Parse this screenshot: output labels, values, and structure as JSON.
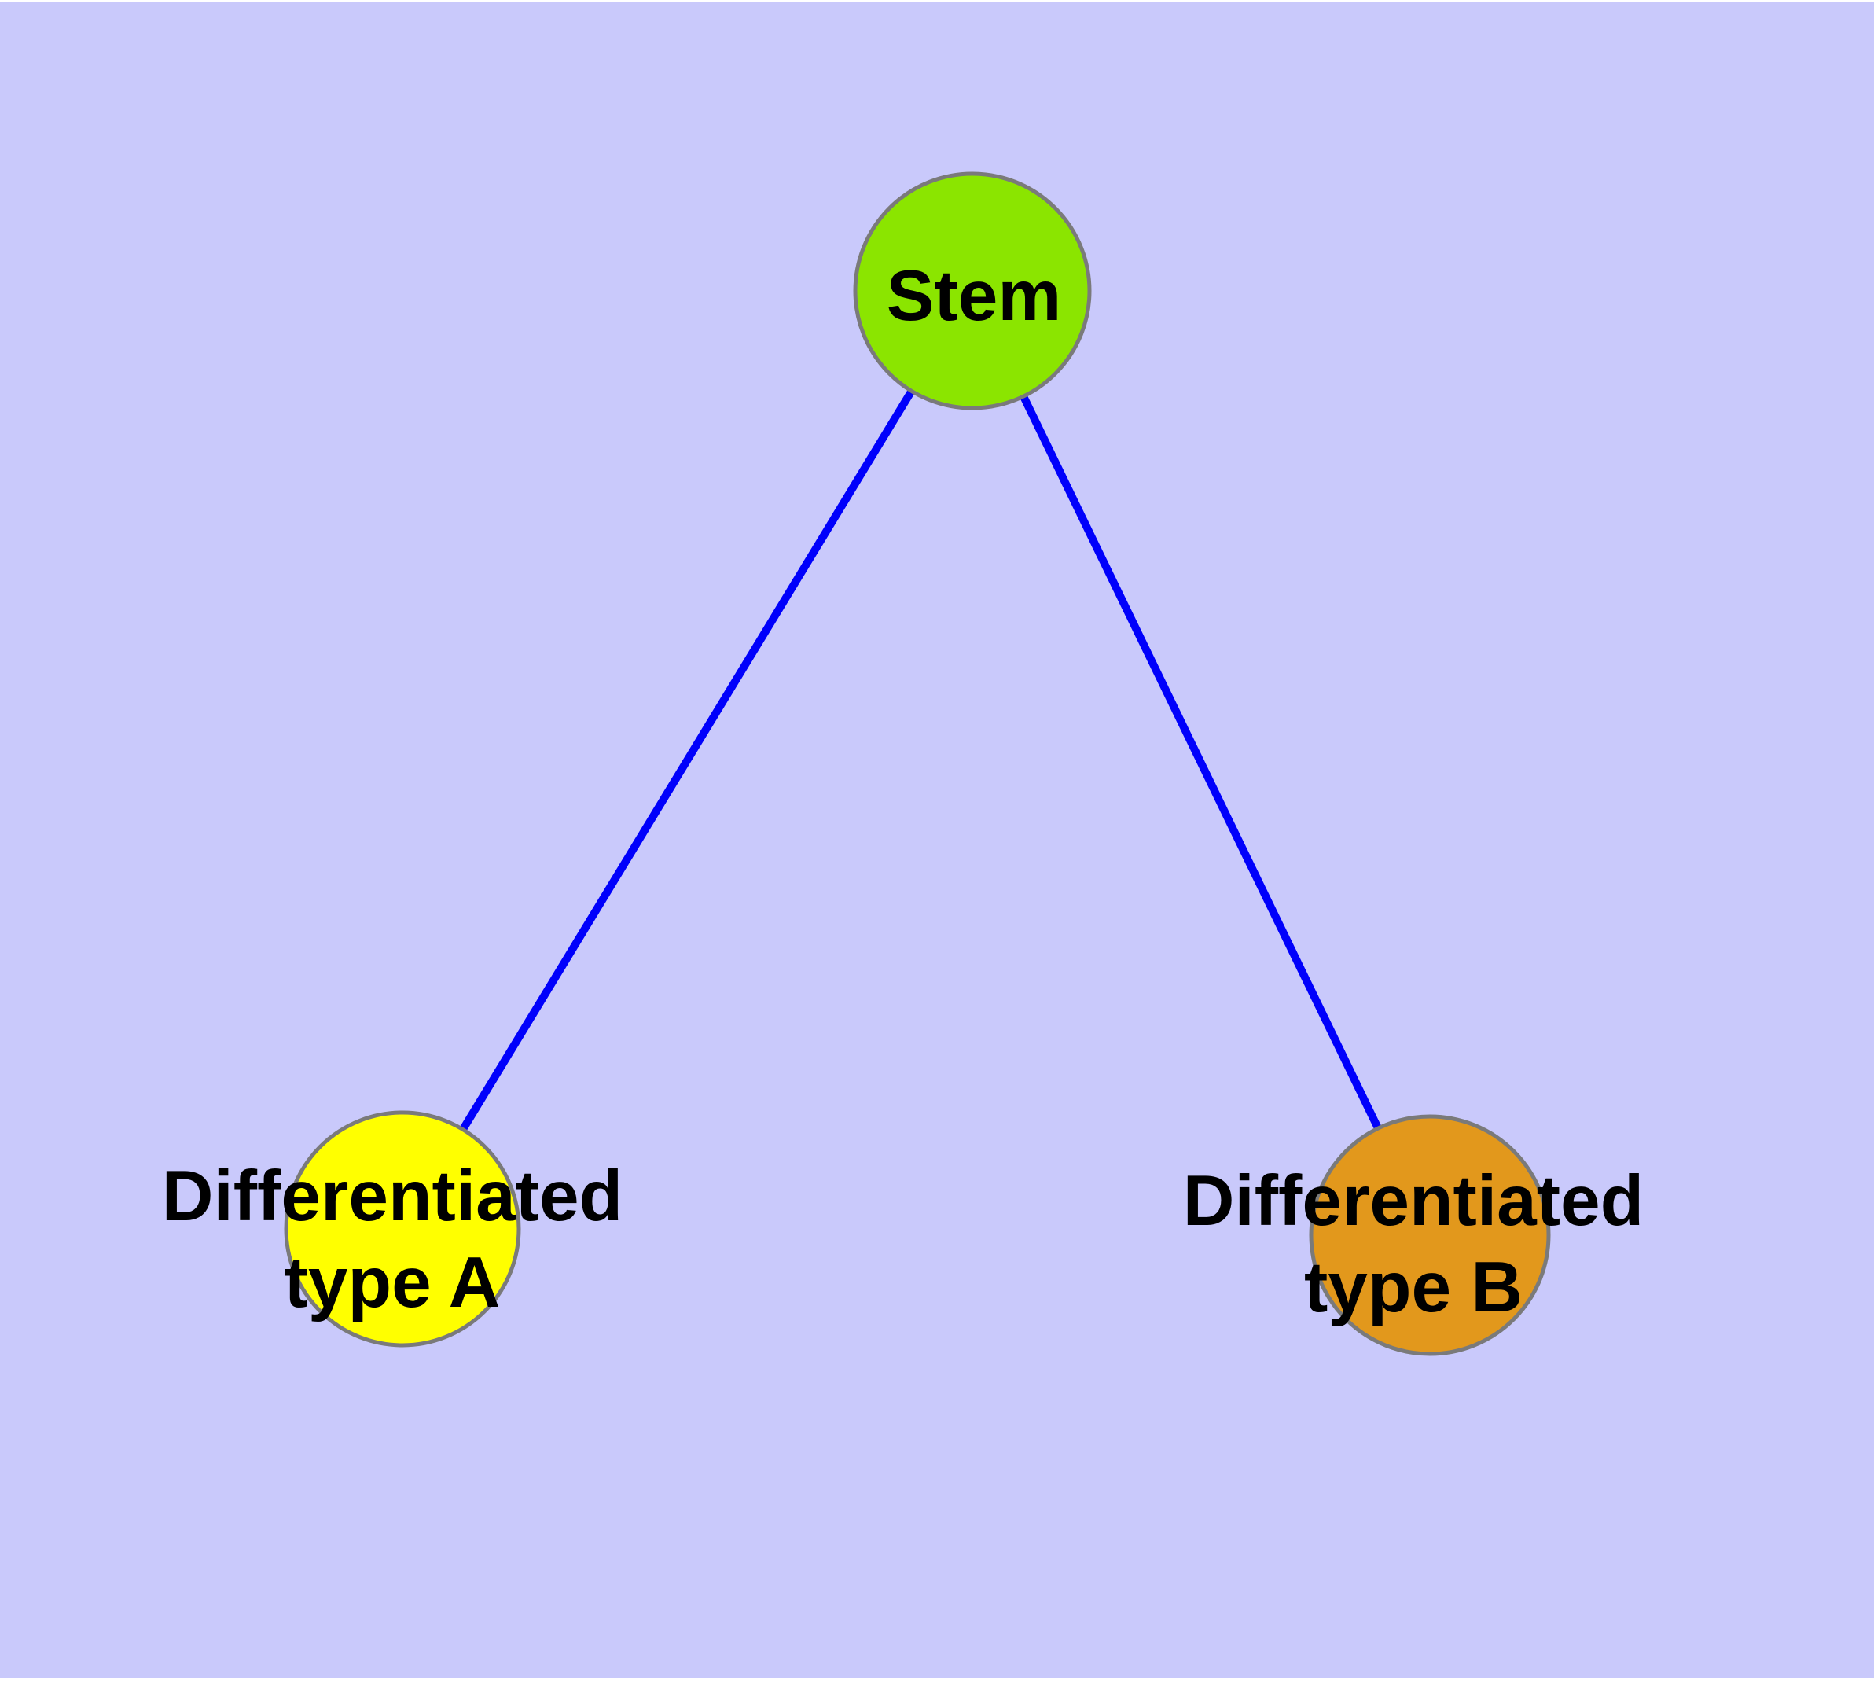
{
  "diagram": {
    "type": "node-link-graph",
    "background_color": "#c9c9fb",
    "frame_color": "#ffffff",
    "edge_color": "#0000fb",
    "node_border_color": "#7a7a7a",
    "label_color": "#000000",
    "nodes": [
      {
        "id": "stem",
        "label": "Stem",
        "lines": [
          "Stem"
        ],
        "color": "#8be500"
      },
      {
        "id": "typeA",
        "label": "Differentiated type A",
        "lines": [
          "Differentiated",
          "type A"
        ],
        "color": "#ffff00"
      },
      {
        "id": "typeB",
        "label": "Differentiated type B",
        "lines": [
          "Differentiated",
          "type B"
        ],
        "color": "#e2981c"
      }
    ],
    "edges": [
      {
        "from": "Stem",
        "to": "Differentiated type A"
      },
      {
        "from": "Stem",
        "to": "Differentiated type B"
      }
    ]
  }
}
